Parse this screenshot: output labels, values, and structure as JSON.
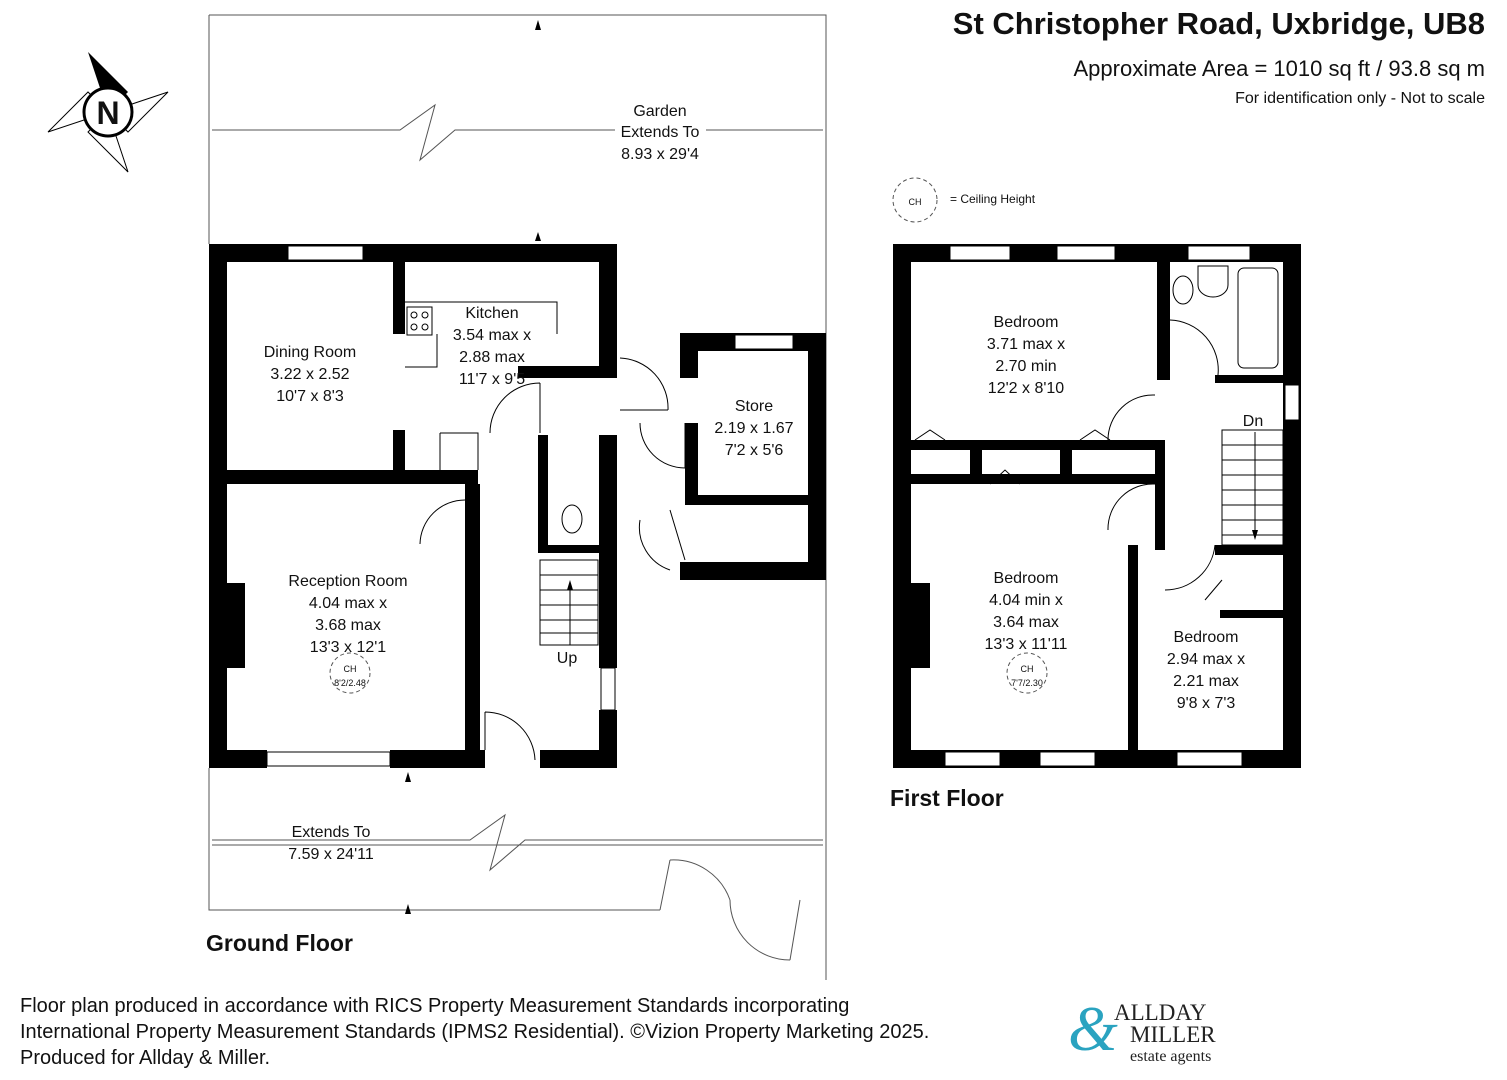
{
  "header": {
    "title": "St Christopher Road, Uxbridge, UB8",
    "area": "Approximate Area = 1010 sq ft / 93.8 sq m",
    "subtitle": "For identification only - Not to scale"
  },
  "legend": {
    "symbol": "CH",
    "label": "= Ceiling Height"
  },
  "compass": {
    "label": "N"
  },
  "ground_floor": {
    "label": "Ground Floor",
    "garden": [
      "Garden",
      "Extends To",
      "8.93 x 29'4"
    ],
    "front": [
      "Extends To",
      "7.59 x 24'11"
    ],
    "dining": [
      "Dining Room",
      "3.22 x 2.52",
      "10'7 x 8'3"
    ],
    "kitchen": [
      "Kitchen",
      "3.54 max x",
      "2.88 max",
      "11'7 x 9'5"
    ],
    "store": [
      "Store",
      "2.19 x 1.67",
      "7'2 x 5'6"
    ],
    "reception": [
      "Reception Room",
      "4.04 max x",
      "3.68 max",
      "13'3 x 12'1"
    ],
    "reception_ch": [
      "CH",
      "8'2/2.48"
    ],
    "stairs": "Up"
  },
  "first_floor": {
    "label": "First Floor",
    "bedroom1": [
      "Bedroom",
      "3.71 max x",
      "2.70 min",
      "12'2 x 8'10"
    ],
    "bedroom2": [
      "Bedroom",
      "4.04 min x",
      "3.64 max",
      "13'3 x 11'11"
    ],
    "bedroom2_ch": [
      "CH",
      "7'7/2.30"
    ],
    "bedroom3": [
      "Bedroom",
      "2.94 max x",
      "2.21 max",
      "9'8 x 7'3"
    ],
    "stairs": "Dn"
  },
  "footer": [
    "Floor plan produced in accordance with RICS Property Measurement Standards incorporating",
    "International Property Measurement Standards (IPMS2 Residential). ©Vizion Property Marketing 2025.",
    "Produced for Allday & Miller."
  ],
  "logo": {
    "amp": "&",
    "line1": "ALLDAY",
    "line2": "MILLER",
    "line3": "estate agents",
    "color": "#2aa3c0"
  }
}
